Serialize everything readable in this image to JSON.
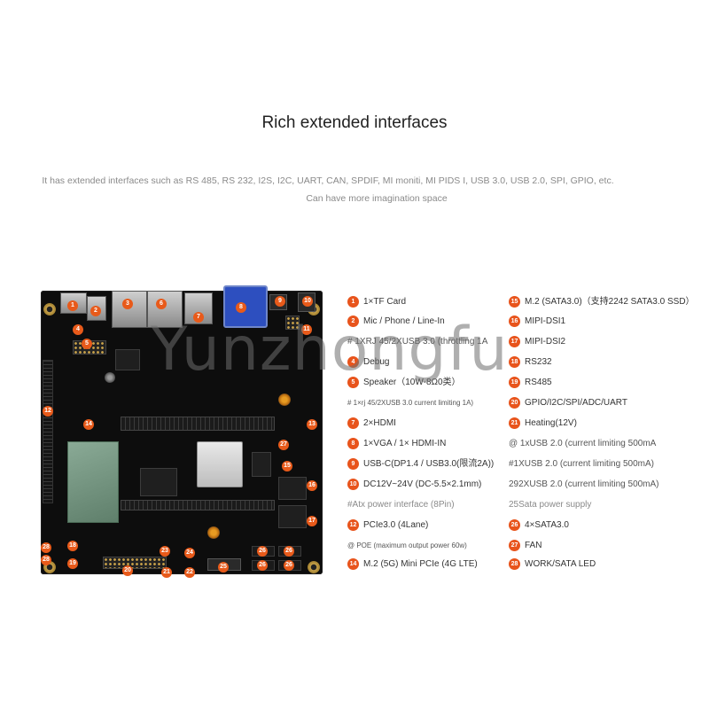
{
  "page": {
    "title": "Rich extended interfaces",
    "subtitle": "It has extended interfaces such as RS 485, RS 232, I2S, I2C, UART, CAN, SPDIF, MI moniti, MI PIDS I, USB 3.0, USB 2.0, SPI, GPIO, etc.",
    "subtitle2": "Can have more imagination space",
    "watermark": "Yunzhongfu"
  },
  "board": {
    "markers": [
      "1",
      "2",
      "3",
      "6",
      "7",
      "8",
      "9",
      "10",
      "11",
      "4",
      "5",
      "12",
      "14",
      "13",
      "27",
      "15",
      "16",
      "17",
      "18",
      "19",
      "20",
      "21",
      "22",
      "23",
      "24",
      "25",
      "26",
      "26",
      "26",
      "26",
      "28",
      "28"
    ]
  },
  "legend": {
    "left": [
      {
        "num": "1",
        "label": "1×TF Card"
      },
      {
        "num": "2",
        "label": "Mic / Phone / Line-In"
      },
      {
        "num": "",
        "label": "# 1XRJ 45/2XUSB 3.0 (throttling 1A"
      },
      {
        "num": "4",
        "label": "Debug"
      },
      {
        "num": "5",
        "label": "Speaker（10W-8Ω0类）"
      },
      {
        "num": "",
        "label": "# 1×rj 45/2XUSB 3.0 current limiting 1A)"
      },
      {
        "num": "7",
        "label": "2×HDMI"
      },
      {
        "num": "8",
        "label": "1×VGA / 1× HDMI-IN"
      },
      {
        "num": "9",
        "label": "USB-C(DP1.4 / USB3.0(限流2A))"
      },
      {
        "num": "10",
        "label": "DC12V~24V (DC-5.5×2.1mm)"
      },
      {
        "num": "",
        "label": "#Atx power interface (8Pin)"
      },
      {
        "num": "12",
        "label": "PCIe3.0 (4Lane)"
      },
      {
        "num": "",
        "label": "@ POE (maximum output power 60w)"
      },
      {
        "num": "14",
        "label": "M.2 (5G) Mini PCIe (4G LTE)"
      }
    ],
    "right": [
      {
        "num": "15",
        "label": "M.2 (SATA3.0)（支持2242 SATA3.0 SSD）"
      },
      {
        "num": "16",
        "label": "MIPI-DSI1"
      },
      {
        "num": "17",
        "label": "MIPI-DSI2"
      },
      {
        "num": "18",
        "label": "RS232"
      },
      {
        "num": "19",
        "label": "RS485"
      },
      {
        "num": "20",
        "label": "GPIO/I2C/SPI/ADC/UART"
      },
      {
        "num": "21",
        "label": "Heating(12V)"
      },
      {
        "num": "",
        "label": "@ 1xUSB 2.0 (current limiting 500mA"
      },
      {
        "num": "",
        "label": "#1XUSB 2.0 (current limiting 500mA)"
      },
      {
        "num": "",
        "label": "292XUSB 2.0 (current limiting 500mA)"
      },
      {
        "num": "",
        "label": "25Sata power supply"
      },
      {
        "num": "26",
        "label": "4×SATA3.0"
      },
      {
        "num": "27",
        "label": "FAN"
      },
      {
        "num": "28",
        "label": "WORK/SATA LED"
      }
    ]
  },
  "colors": {
    "accent": "#e8541c",
    "board": "#0d0d0d",
    "vga": "#2d4fbf"
  }
}
